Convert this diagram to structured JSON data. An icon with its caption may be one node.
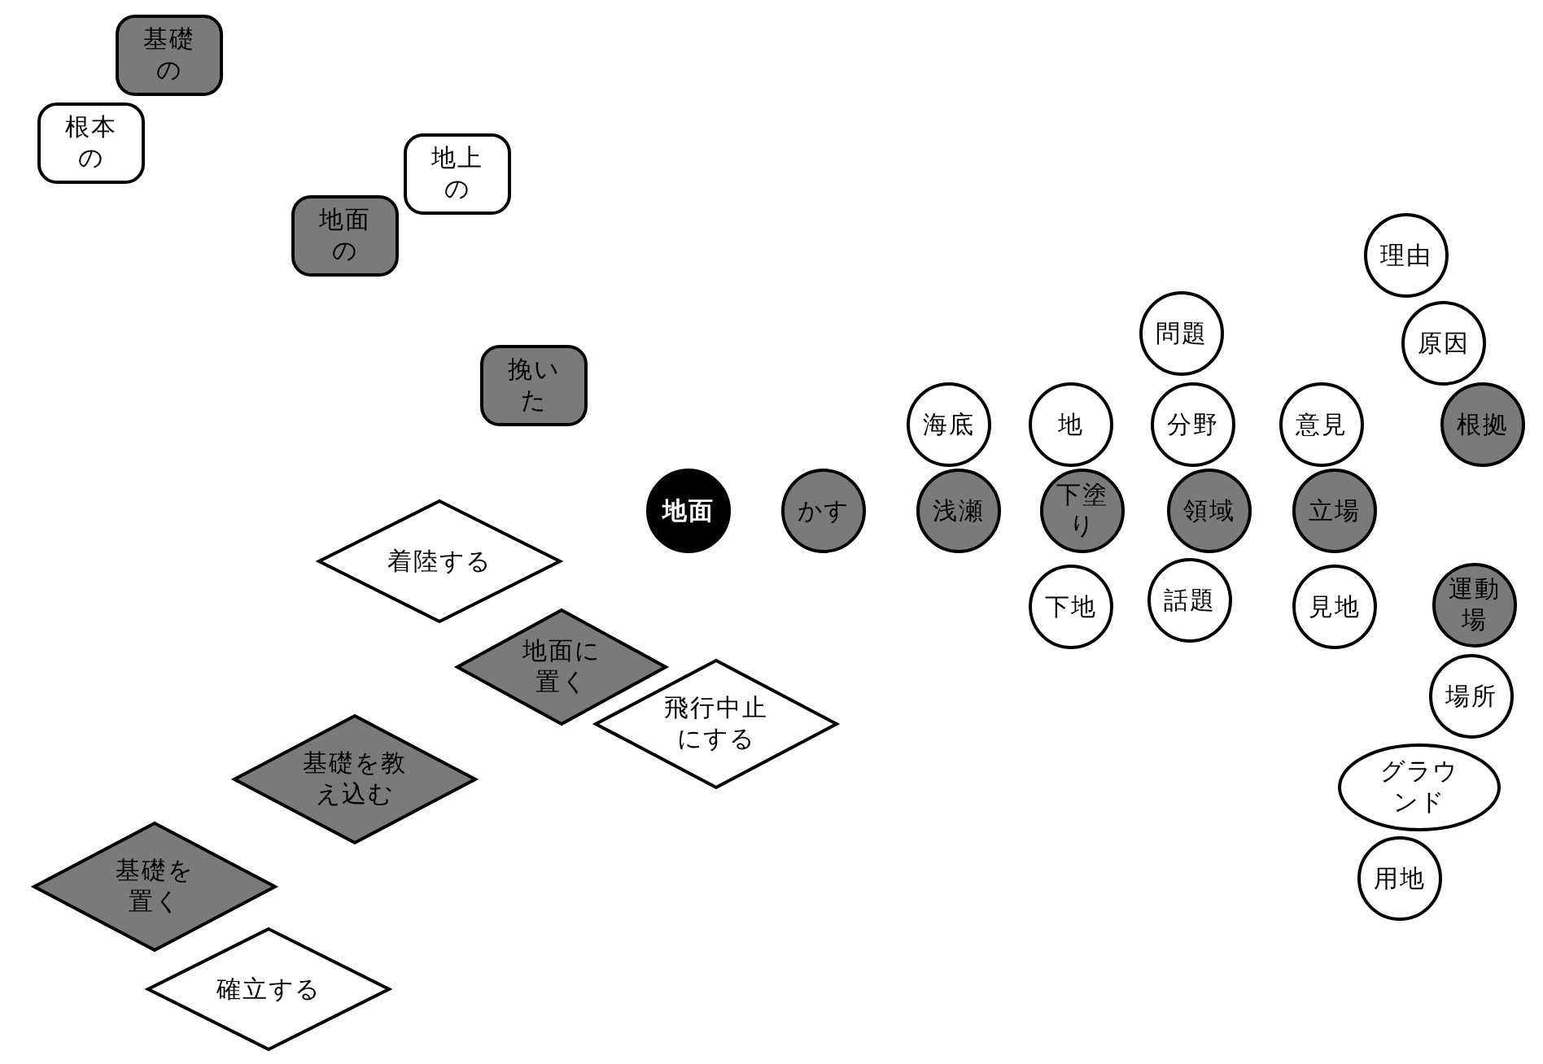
{
  "diagram": {
    "nodes": [
      {
        "text": [
          "基礎の"
        ]
      },
      {
        "text": [
          "根本の"
        ]
      },
      {
        "text": [
          "地上の"
        ]
      },
      {
        "text": [
          "地面の"
        ]
      },
      {
        "text": [
          "挽いた"
        ]
      },
      {
        "text": [
          "理由"
        ]
      },
      {
        "text": [
          "問題"
        ]
      },
      {
        "text": [
          "原因"
        ]
      },
      {
        "text": [
          "海底"
        ]
      },
      {
        "text": [
          "地"
        ]
      },
      {
        "text": [
          "分野"
        ]
      },
      {
        "text": [
          "意見"
        ]
      },
      {
        "text": [
          "根拠"
        ]
      },
      {
        "text": [
          "地面"
        ]
      },
      {
        "text": [
          "かす"
        ]
      },
      {
        "text": [
          "浅瀬"
        ]
      },
      {
        "text": [
          "下塗り"
        ]
      },
      {
        "text": [
          "領域"
        ]
      },
      {
        "text": [
          "立場"
        ]
      },
      {
        "text": [
          "着陸する"
        ]
      },
      {
        "text": [
          "下地"
        ]
      },
      {
        "text": [
          "話題"
        ]
      },
      {
        "text": [
          "見地"
        ]
      },
      {
        "text": [
          "運動場"
        ]
      },
      {
        "text": [
          "地面に置く"
        ]
      },
      {
        "text": [
          "飛行中止にする"
        ]
      },
      {
        "text": [
          "場所"
        ]
      },
      {
        "text": [
          "基礎を教え込む"
        ]
      },
      {
        "text": [
          "グラウンド"
        ]
      },
      {
        "text": [
          "用地"
        ]
      },
      {
        "text": [
          "基礎を置く"
        ]
      },
      {
        "text": [
          "確立する"
        ]
      }
    ]
  }
}
